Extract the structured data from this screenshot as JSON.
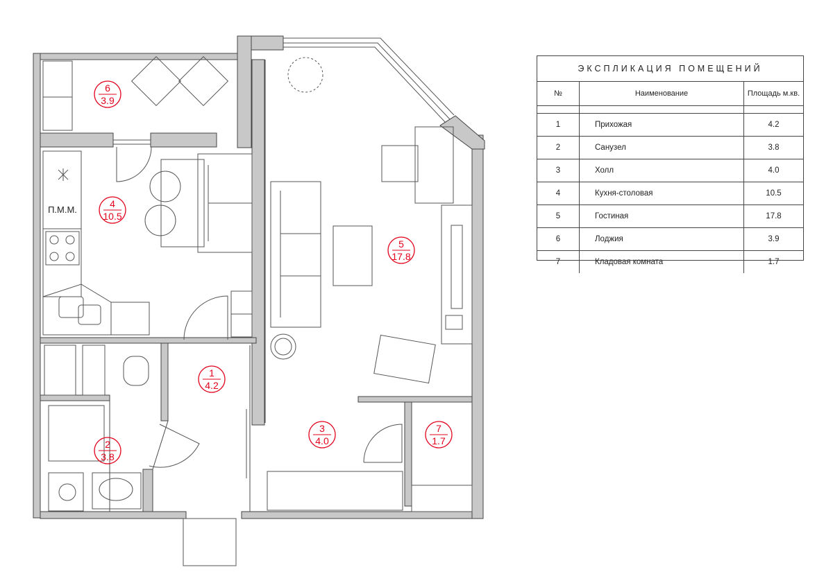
{
  "rooms": [
    {
      "num": "1",
      "area": "4.2"
    },
    {
      "num": "2",
      "area": "3.8"
    },
    {
      "num": "3",
      "area": "4.0"
    },
    {
      "num": "4",
      "area": "10.5"
    },
    {
      "num": "5",
      "area": "17.8"
    },
    {
      "num": "6",
      "area": "3.9"
    },
    {
      "num": "7",
      "area": "1.7"
    }
  ],
  "ppm_label": "П.М.М.",
  "explication": {
    "title": "ЭКСПЛИКАЦИЯ   ПОМЕЩЕНИЙ",
    "headers": {
      "num": "№",
      "name": "Наименование",
      "area": "Площадь м.кв."
    },
    "rows": [
      {
        "num": "1",
        "name": "Прихожая",
        "area": "4.2"
      },
      {
        "num": "2",
        "name": "Санузел",
        "area": "3.8"
      },
      {
        "num": "3",
        "name": "Холл",
        "area": "4.0"
      },
      {
        "num": "4",
        "name": "Кухня-столовая",
        "area": "10.5"
      },
      {
        "num": "5",
        "name": "Гостиная",
        "area": "17.8"
      },
      {
        "num": "6",
        "name": "Лоджия",
        "area": "3.9"
      },
      {
        "num": "7",
        "name": "Кладовая комната",
        "area": "1.7"
      }
    ]
  },
  "colors": {
    "wall": "#c8c8c8",
    "line": "#4a4a4a",
    "label": "#e3001b"
  }
}
